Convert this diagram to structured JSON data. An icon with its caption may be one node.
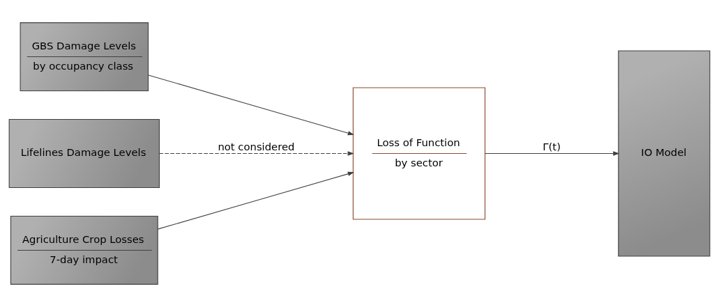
{
  "diagram": {
    "nodes": [
      {
        "text": [
          "GBS Damage Levels",
          "by occupancy class"
        ]
      },
      {
        "text": [
          "Lifelines Damage Levels"
        ]
      },
      {
        "text": [
          "Agriculture Crop Losses",
          "7-day impact"
        ]
      },
      {
        "text": [
          "Loss of Function",
          "by sector"
        ]
      },
      {
        "text": [
          "IO Model"
        ]
      }
    ],
    "edges": [
      {
        "from": 0,
        "to": 3,
        "arrow": "to"
      },
      {
        "from": 1,
        "to": 3,
        "arrow": "to",
        "label": "not considered",
        "style": "dashed"
      },
      {
        "from": 2,
        "to": 3,
        "arrow": "to"
      },
      {
        "from": 3,
        "to": 4,
        "arrow": "to",
        "label": "Γ(t)"
      }
    ]
  }
}
